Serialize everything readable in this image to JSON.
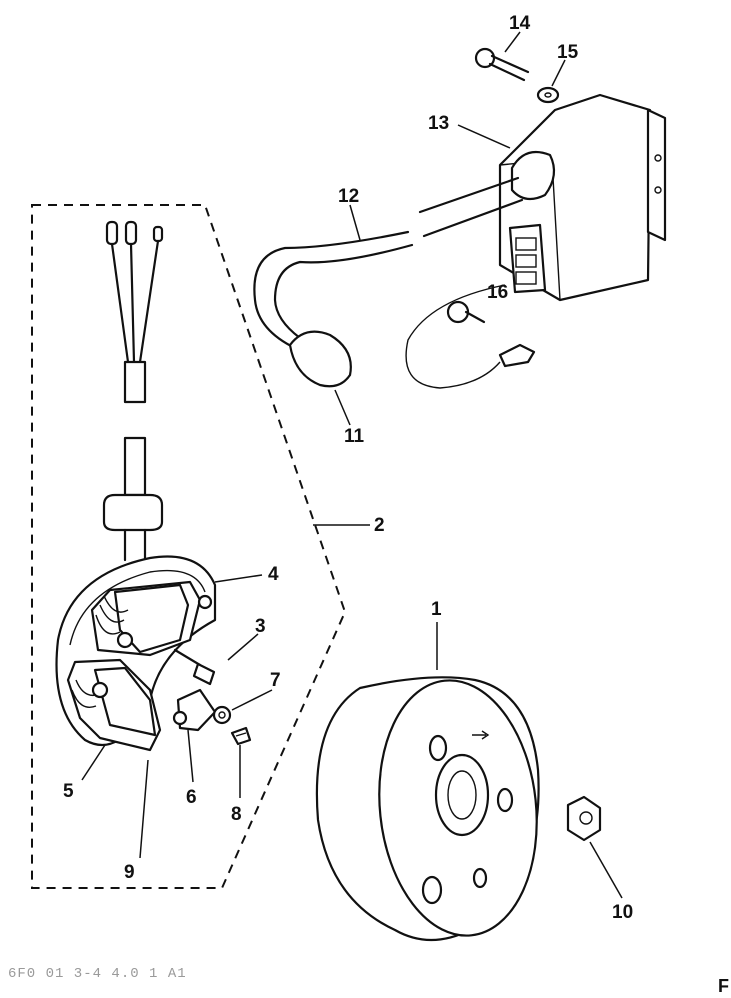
{
  "parts": [
    {
      "num": "1",
      "name": "flywheel"
    },
    {
      "num": "2",
      "name": "stator-assembly"
    },
    {
      "num": "3",
      "name": "screw"
    },
    {
      "num": "4",
      "name": "coil"
    },
    {
      "num": "5",
      "name": "coil"
    },
    {
      "num": "6",
      "name": "pickup"
    },
    {
      "num": "7",
      "name": "washer"
    },
    {
      "num": "8",
      "name": "screw"
    },
    {
      "num": "9",
      "name": "base-plate"
    },
    {
      "num": "10",
      "name": "nut"
    },
    {
      "num": "11",
      "name": "spark-plug-cap"
    },
    {
      "num": "12",
      "name": "high-tension-lead"
    },
    {
      "num": "13",
      "name": "ignition-coil"
    },
    {
      "num": "14",
      "name": "bolt"
    },
    {
      "num": "15",
      "name": "washer"
    },
    {
      "num": "16",
      "name": "bolt"
    }
  ],
  "footer_code": "6F0 01 3-4 4.0 1 A1",
  "corner_mark": "F"
}
